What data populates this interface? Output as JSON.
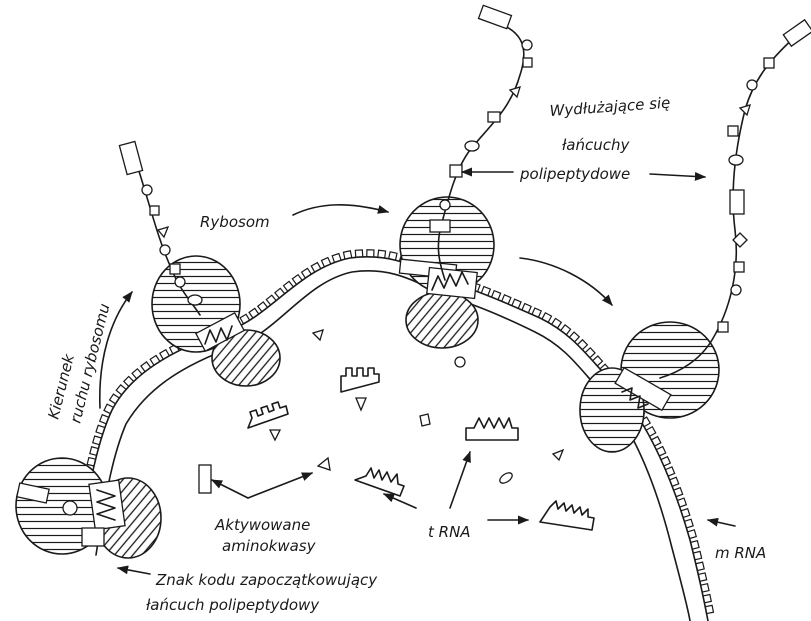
{
  "labels": {
    "ribosome": "Rybosom",
    "direction": [
      "Kierunek",
      "ruchu rybosomu"
    ],
    "elongating": [
      "Wydłużające się",
      "łańcuchy",
      "polipeptydowe"
    ],
    "activated": [
      "Aktywowane",
      "aminokwasy"
    ],
    "trna": "t RNA",
    "mrna": "m RNA",
    "start_codon": [
      "Znak kodu zapoczątkowujący",
      "łańcuch polipeptydowy"
    ]
  }
}
